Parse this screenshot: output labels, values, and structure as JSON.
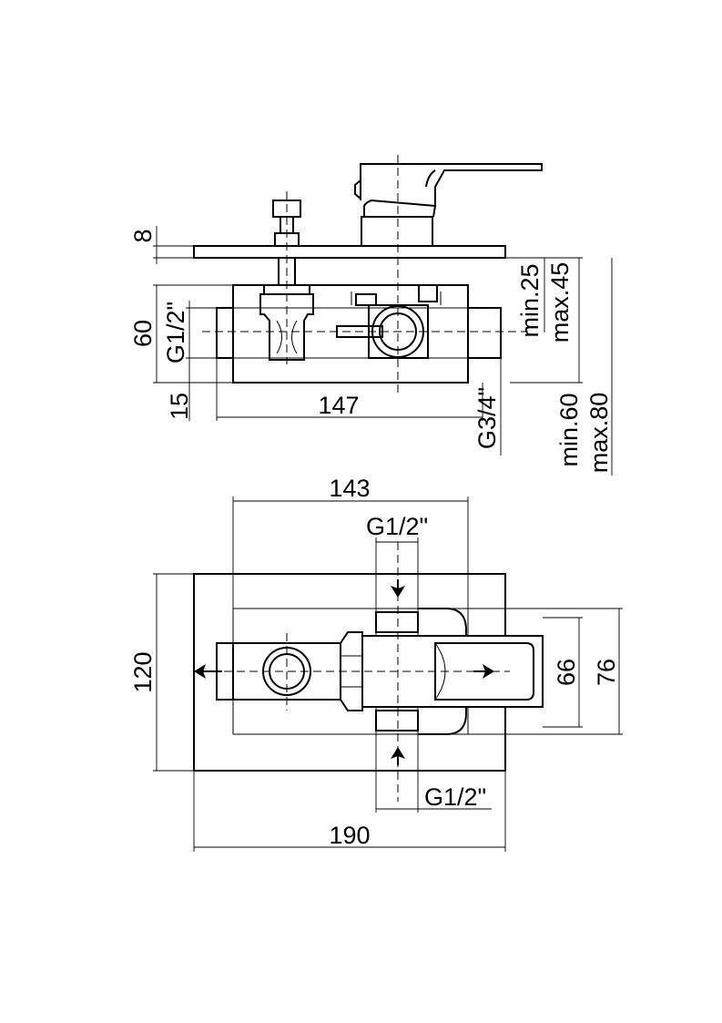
{
  "side_view": {
    "dim_plate_thickness": "8",
    "dim_body_height": "60",
    "dim_inlet_thread": "G1/2\"",
    "dim_bottom_offset": "15",
    "dim_body_length": "147",
    "dim_outlet_thread": "G3/4\"",
    "dim_depth_min_plate": "min.25",
    "dim_depth_max_plate": "max.45",
    "dim_depth_min_total": "min.60",
    "dim_depth_max_total": "max.80"
  },
  "front_view": {
    "dim_inner_width": "143",
    "dim_top_inlet_thread": "G1/2\"",
    "dim_plate_height": "120",
    "dim_handle_height": "66",
    "dim_inner_height": "76",
    "dim_bottom_inlet_thread": "G1/2\"",
    "dim_plate_width": "190"
  }
}
